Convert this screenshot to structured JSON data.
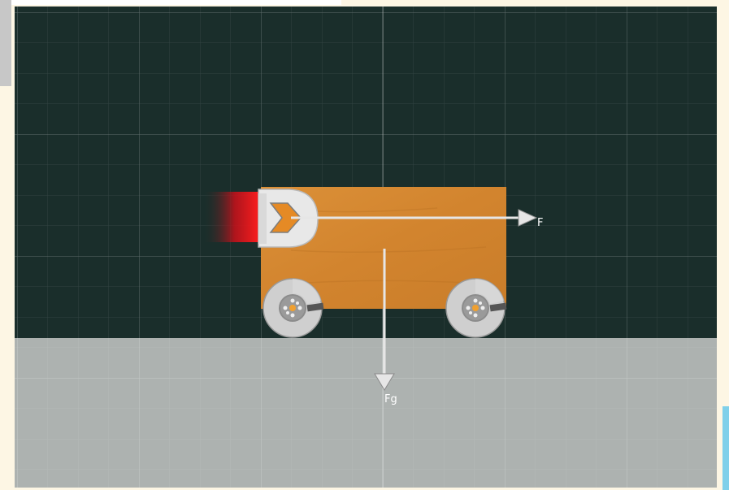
{
  "scene": {
    "sky_color": "#1a2e2b",
    "ground_color": "#adb2b0",
    "grid_line_color": "#ffffff",
    "cart": {
      "body_color": "#d68a33",
      "wheel_color": "#d0d0d0",
      "thruster_color": "#e8e8e8",
      "thruster_icon": "arrow-right-icon",
      "flame_color": "#e01010"
    },
    "forces": {
      "applied": {
        "label": "F",
        "direction": "right"
      },
      "gravity": {
        "label": "Fg",
        "direction": "down"
      }
    }
  }
}
